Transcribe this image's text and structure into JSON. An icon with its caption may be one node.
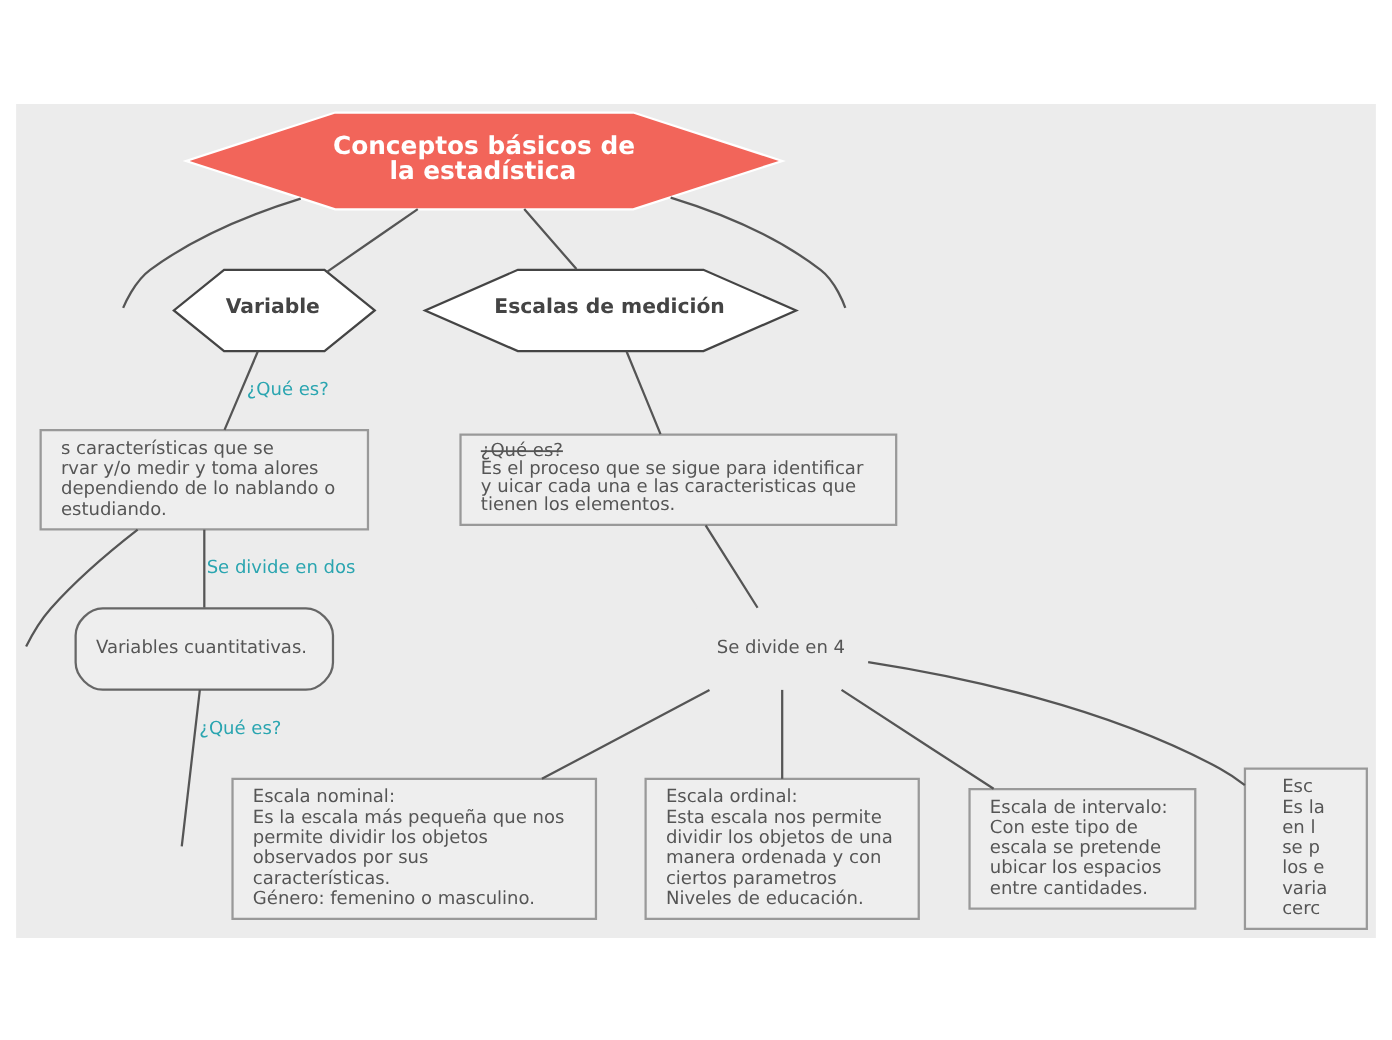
{
  "diagram": {
    "nodes": [
      {
        "text": [
          "Conceptos básicos de la estadística"
        ]
      },
      {
        "text": [
          "Variable"
        ]
      },
      {
        "text": [
          "s características que se rvar y/o medir y toma alores dependiendo de lo nablando o estudiando."
        ]
      },
      {
        "text": [
          "Variables cuantitativas."
        ]
      },
      {
        "text": [
          "Escalas de medición"
        ]
      },
      {
        "text": [
          "¿Qué es?",
          "Es el proceso que se sigue para identificar y uicar cada una e las caracteristicas que tienen los elementos."
        ]
      },
      {
        "text": [
          "Se divide en 4"
        ]
      },
      {
        "text": [
          "Escala nominal:",
          "Es la escala más pequeña que nos permite dividir los objetos observados por sus características.",
          "Género: femenino o masculino."
        ]
      },
      {
        "text": [
          "Escala ordinal:",
          "Esta escala nos permite dividir los objetos de una manera ordenada y con ciertos parametros",
          "Niveles de educación."
        ]
      },
      {
        "text": [
          "Escala de intervalo:",
          "Con este tipo de escala se pretende ubicar los espacios entre cantidades."
        ]
      },
      {
        "text": [
          "Esc",
          "Es la en l se p los e varia cerc"
        ]
      }
    ],
    "edges": [
      {
        "from": 0,
        "to": null,
        "arrow": "none"
      },
      {
        "from": 0,
        "to": 1,
        "arrow": "none"
      },
      {
        "from": 0,
        "to": 4,
        "arrow": "none"
      },
      {
        "from": 0,
        "to": null,
        "arrow": "none"
      },
      {
        "from": 1,
        "to": 2,
        "arrow": "none",
        "label": "¿Qué es?"
      },
      {
        "from": 2,
        "to": null,
        "arrow": "none"
      },
      {
        "from": 2,
        "to": 3,
        "arrow": "none",
        "label": "Se divide en dos"
      },
      {
        "from": 3,
        "to": null,
        "arrow": "none",
        "label": "¿Qué es?"
      },
      {
        "from": 4,
        "to": 5,
        "arrow": "none"
      },
      {
        "from": 5,
        "to": 6,
        "arrow": "none"
      },
      {
        "from": 6,
        "to": 7,
        "arrow": "none"
      },
      {
        "from": 6,
        "to": 8,
        "arrow": "none"
      },
      {
        "from": 6,
        "to": 9,
        "arrow": "none"
      },
      {
        "from": 6,
        "to": 10,
        "arrow": "none"
      }
    ]
  }
}
